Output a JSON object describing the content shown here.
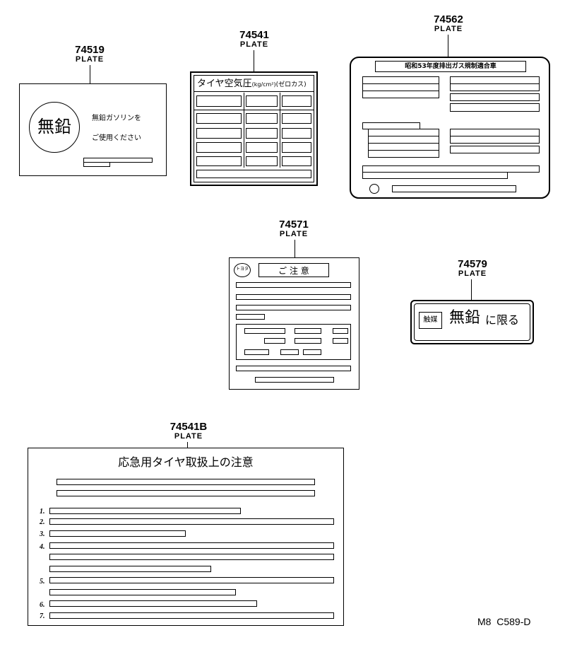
{
  "parts": {
    "p74519": {
      "number": "74519",
      "kind": "PLATE",
      "big_text": "無鉛",
      "line1": "無鉛ガソリンを",
      "line2": "ご使用ください"
    },
    "p74541": {
      "number": "74541",
      "kind": "PLATE",
      "header_main": "タイヤ空気圧",
      "header_unit": "(kg/cm²)",
      "header_sub": "(ゼロカス)"
    },
    "p74562": {
      "number": "74562",
      "kind": "PLATE",
      "header": "昭和53年度排出ガス規制適合車"
    },
    "p74571": {
      "number": "74571",
      "kind": "PLATE",
      "header": "ご 注 意",
      "logo": "トヨタ"
    },
    "p74579": {
      "number": "74579",
      "kind": "PLATE",
      "tag": "触媒",
      "text_main": "無鉛",
      "text_tail": "に限る"
    },
    "p74541B": {
      "number": "74541B",
      "kind": "PLATE",
      "title": "応急用タイヤ取扱上の注意",
      "row_numbers": [
        "1.",
        "2.",
        "3.",
        "4.",
        "5.",
        "6.",
        "7."
      ]
    }
  },
  "footer_code": "M8  C589-D"
}
